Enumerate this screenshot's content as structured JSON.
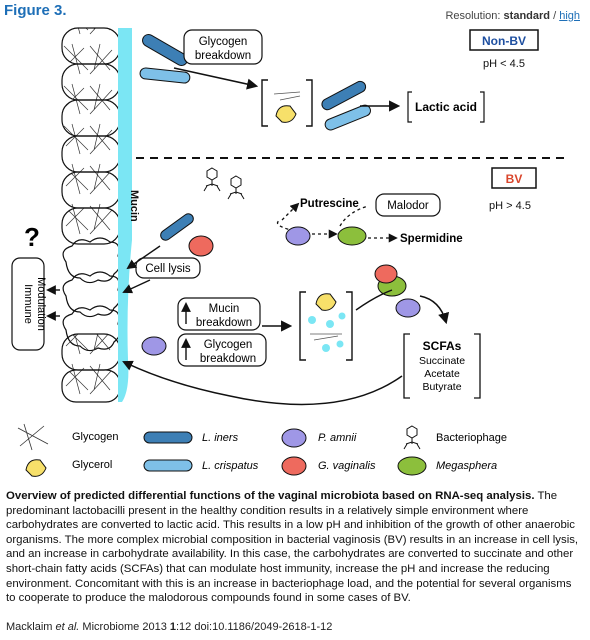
{
  "header": {
    "figure_label": "Figure 3.",
    "resolution_label": "Resolution:",
    "resolution_value": "standard",
    "resolution_sep": "/",
    "resolution_link": "high"
  },
  "diagram": {
    "nonbv_label": "Non-BV",
    "nonbv_ph": "pH < 4.5",
    "bv_label": "BV",
    "bv_ph": "pH  > 4.5",
    "glycogen_breakdown_top_1": "Glycogen",
    "glycogen_breakdown_top_2": "breakdown",
    "lactic_acid": "Lactic acid",
    "mucin": "Mucin",
    "putrescine": "Putrescine",
    "spermidine": "Spermidine",
    "malodor": "Malodor",
    "cell_lysis": "Cell lysis",
    "immune_1": "Immune",
    "immune_2": "Modulation",
    "question": "?",
    "mucin_breakdown_1": "Mucin",
    "mucin_breakdown_2": "breakdown",
    "glycogen_breakdown_bv_1": "Glycogen",
    "glycogen_breakdown_bv_2": "breakdown",
    "scfa_title": "SCFAs",
    "scfa_items": [
      "Succinate",
      "Acetate",
      "Butyrate"
    ]
  },
  "legend": {
    "glycogen": "Glycogen",
    "glycerol": "Glycerol",
    "l_iners": "L. iners",
    "l_crispatus": "L. crispatus",
    "p_amnii": "P. amnii",
    "g_vaginalis": "G. vaginalis",
    "bacteriophage": "Bacteriophage",
    "megasphera": "Megasphera"
  },
  "colors": {
    "l_iners": "#3d7fb5",
    "l_crispatus": "#7ec0e8",
    "p_amnii": "#9f97e6",
    "g_vaginalis": "#ee6a5e",
    "megasphera": "#8cbf3c",
    "glycerol": "#f7e06a",
    "mucin": "#7be6f4",
    "bv_label": "#d9452b",
    "nonbv_label": "#1e4fa0",
    "figure_title": "#1e6fb7"
  },
  "caption": {
    "title": "Overview of predicted differential functions of the vaginal microbiota based on RNA-seq analysis.",
    "body": " The predominant lactobacilli present in the healthy condition results in a relatively simple environment where carbohydrates are converted to lactic acid. This results in a low pH and inhibition of the growth of other anaerobic organisms. The more complex microbial composition in bacterial vaginosis (BV) results in an increase in cell lysis, and an increase in carbohydrate availability. In this case, the carbohydrates are converted to succinate and other short-chain fatty acids (SCFAs) that can modulate host immunity, increase the pH and increase the reducing environment. Concomitant with this is an increase in bacteriophage load, and the potential for several organisms to cooperate to produce the malodorous compounds found in some cases of BV."
  },
  "citation": {
    "authors": "Macklaim ",
    "etal": "et al.",
    "journal": " Microbiome",
    "year": " 2013 ",
    "volume": "1",
    "issue": ":12",
    "doi": "   doi:10.1186/2049-2618-1-12"
  }
}
